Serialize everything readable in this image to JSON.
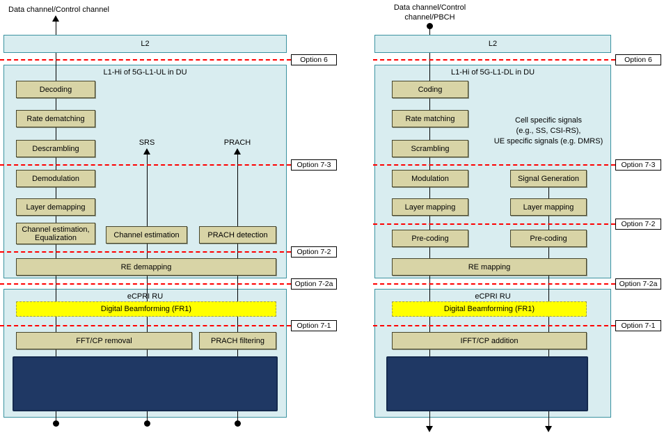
{
  "colors": {
    "container_bg": "#d9edf0",
    "container_border": "#3a92a0",
    "function_box_bg": "#d8d4a6",
    "function_box_border": "#45452c",
    "beamforming_bg": "#ffff00",
    "rf_box_bg": "#1f3864",
    "split_line": "#ff0000"
  },
  "options": {
    "opt6": "Option 6",
    "opt73": "Option 7-3",
    "opt72": "Option 7-2",
    "opt72a": "Option 7-2a",
    "opt71": "Option 7-1"
  },
  "left": {
    "top_label": "Data channel/Control channel",
    "l2": "L2",
    "du_title": "L1-Hi of 5G-L1-UL in DU",
    "srs": "SRS",
    "prach": "PRACH",
    "decoding": "Decoding",
    "rate_dematching": "Rate dematching",
    "descrambling": "Descrambling",
    "demodulation": "Demodulation",
    "layer_demapping": "Layer demapping",
    "channel_est_eq": "Channel estimation, Equalization",
    "channel_estimation": "Channel estimation",
    "prach_detection": "PRACH detection",
    "re_demapping": "RE demapping",
    "ecpri": "eCPRI RU",
    "beamforming": "Digital Beamforming (FR1)",
    "fft_cp_removal": "FFT/CP removal",
    "prach_filtering": "PRACH filtering"
  },
  "right": {
    "top_label_1": "Data channel/Control",
    "top_label_2": "channel/PBCH",
    "l2": "L2",
    "du_title": "L1-Hi of 5G-L1-DL in DU",
    "cell_sig_1": "Cell specific signals",
    "cell_sig_2": "(e.g., SS, CSI-RS),",
    "cell_sig_3": "UE specific signals (e.g. DMRS)",
    "coding": "Coding",
    "rate_matching": "Rate matching",
    "scrambling": "Scrambling",
    "modulation": "Modulation",
    "signal_generation": "Signal Generation",
    "layer_mapping": "Layer mapping",
    "precoding": "Pre-coding",
    "re_mapping": "RE mapping",
    "ecpri": "eCPRI RU",
    "beamforming": "Digital Beamforming (FR1)",
    "ifft_cp_addition": "IFFT/CP addition"
  }
}
